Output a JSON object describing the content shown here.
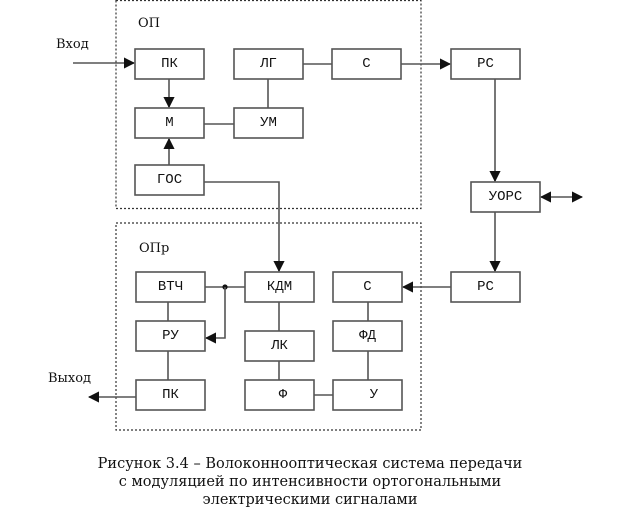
{
  "groups": {
    "transmitter": "ОП",
    "receiver": "ОПр"
  },
  "labels": {
    "input": "Вход",
    "output": "Выход"
  },
  "blocks": {
    "pk_tx": "ПК",
    "lg": "ЛГ",
    "s_tx": "С",
    "rs_top": "РС",
    "m": "М",
    "um": "УМ",
    "gos": "ГОС",
    "uors": "УОРС",
    "vtch": "ВТЧ",
    "kdm": "КДМ",
    "s_rx": "С",
    "rs_bottom": "РС",
    "ru": "РУ",
    "lk": "ЛК",
    "fd": "ФД",
    "pk_rx": "ПК",
    "f": "Ф",
    "u": "У"
  },
  "caption": {
    "line1": "Рисунок 3.4 – Волоконнооптическая система передачи",
    "line2": "с модуляцией по интенсивности ортогональными",
    "line3": "электрическими сигналами"
  }
}
